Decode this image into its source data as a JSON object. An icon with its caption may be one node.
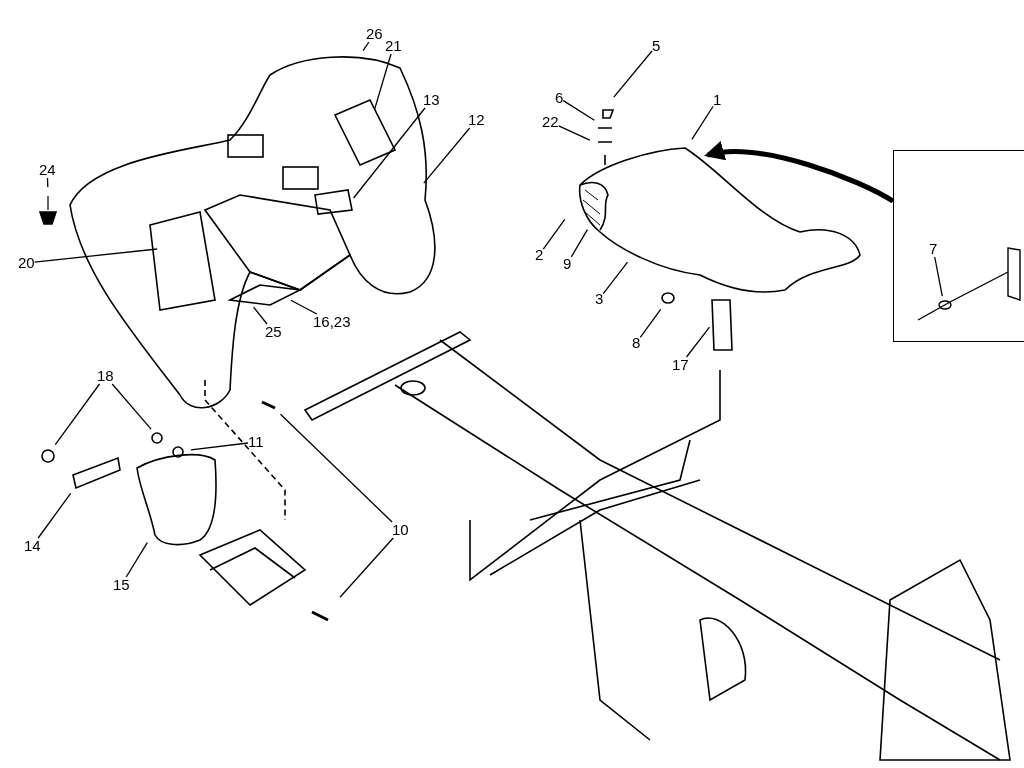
{
  "diagram": {
    "nodes": [
      {
        "text": [
          "26"
        ]
      },
      {
        "text": [
          "21"
        ]
      },
      {
        "text": [
          "13"
        ]
      },
      {
        "text": [
          "12"
        ]
      },
      {
        "text": [
          "24"
        ]
      },
      {
        "text": [
          "20"
        ]
      },
      {
        "text": [
          "25"
        ]
      },
      {
        "text": [
          "16,23"
        ]
      },
      {
        "text": [
          "5"
        ]
      },
      {
        "text": [
          "6"
        ]
      },
      {
        "text": [
          "22"
        ]
      },
      {
        "text": [
          "1"
        ]
      },
      {
        "text": [
          "2"
        ]
      },
      {
        "text": [
          "9"
        ]
      },
      {
        "text": [
          "3"
        ]
      },
      {
        "text": [
          "8"
        ]
      },
      {
        "text": [
          "17"
        ]
      },
      {
        "text": [],
        "shape": "box"
      },
      {
        "text": [
          "7"
        ],
        "in": 17
      },
      {
        "text": [
          "18"
        ]
      },
      {
        "text": [
          "11"
        ]
      },
      {
        "text": [
          "14"
        ]
      },
      {
        "text": [
          "15"
        ]
      },
      {
        "text": [
          "10"
        ]
      }
    ],
    "edges": [
      {
        "from": 0,
        "to": null,
        "arrow": "none"
      },
      {
        "from": 1,
        "to": null,
        "arrow": "none"
      },
      {
        "from": 2,
        "to": null,
        "arrow": "none"
      },
      {
        "from": 3,
        "to": null,
        "arrow": "none"
      },
      {
        "from": 4,
        "to": null,
        "arrow": "none"
      },
      {
        "from": 5,
        "to": null,
        "arrow": "none"
      },
      {
        "from": 6,
        "to": null,
        "arrow": "none"
      },
      {
        "from": 7,
        "to": null,
        "arrow": "none"
      },
      {
        "from": 8,
        "to": null,
        "arrow": "none"
      },
      {
        "from": 9,
        "to": null,
        "arrow": "none"
      },
      {
        "from": 10,
        "to": null,
        "arrow": "none"
      },
      {
        "from": 11,
        "to": null,
        "arrow": "none"
      },
      {
        "from": 12,
        "to": null,
        "arrow": "none"
      },
      {
        "from": 13,
        "to": null,
        "arrow": "none"
      },
      {
        "from": 14,
        "to": null,
        "arrow": "none"
      },
      {
        "from": 15,
        "to": null,
        "arrow": "none"
      },
      {
        "from": 16,
        "to": null,
        "arrow": "none"
      },
      {
        "from": 17,
        "to": null,
        "arrow": "to",
        "style": "thick"
      },
      {
        "from": 18,
        "to": null,
        "arrow": "none"
      },
      {
        "from": 19,
        "to": null,
        "arrow": "none"
      },
      {
        "from": 19,
        "to": null,
        "arrow": "none"
      },
      {
        "from": 20,
        "to": null,
        "arrow": "none"
      },
      {
        "from": 21,
        "to": null,
        "arrow": "none"
      },
      {
        "from": 22,
        "to": null,
        "arrow": "none"
      },
      {
        "from": 23,
        "to": null,
        "arrow": "none"
      },
      {
        "from": 23,
        "to": null,
        "arrow": "none"
      }
    ]
  }
}
